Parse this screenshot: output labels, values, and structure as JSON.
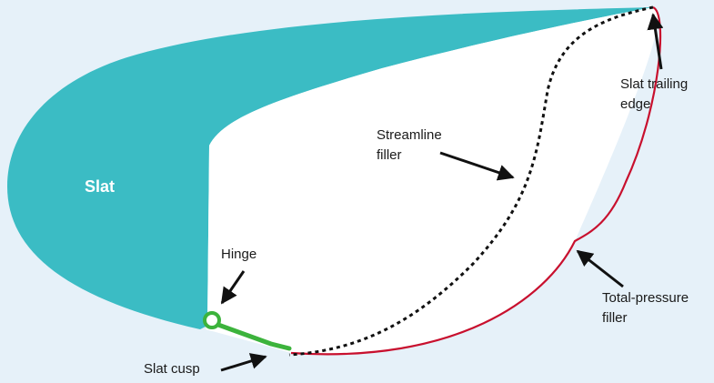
{
  "labels": {
    "slat": "Slat",
    "slat_trailing_edge": [
      "Slat trailing",
      "edge"
    ],
    "streamline_filler": [
      "Streamline",
      "filler"
    ],
    "hinge": "Hinge",
    "total_pressure_filler": [
      "Total-pressure",
      "filler"
    ],
    "slat_cusp": "Slat cusp"
  },
  "colors": {
    "background": "#e6f1f9",
    "slat_fill": "#3bbcc4",
    "filler_fill": "#ffffff",
    "total_pressure_line": "#c8102e",
    "streamline_line": "#111111",
    "hinge": "#3cb33c",
    "arrow": "#111111"
  }
}
